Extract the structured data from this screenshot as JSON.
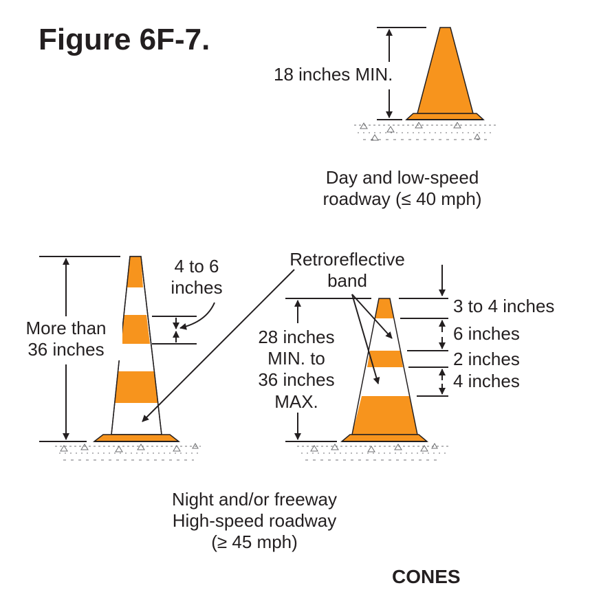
{
  "figure_title": "Figure 6F-7.",
  "figure_caption": "CONES",
  "colors": {
    "orange": "#f7941d",
    "ink": "#231f20",
    "white": "#ffffff"
  },
  "day_cone": {
    "height_label": "18 inches MIN.",
    "caption_line1": "Day and low-speed",
    "caption_line2": "roadway (≤ 40 mph)"
  },
  "night_cones": {
    "left_height_line1": "More than",
    "left_height_line2": "36 inches",
    "band_width_line1": "4 to 6",
    "band_width_line2": "inches",
    "retro_line1": "Retroreflective",
    "retro_line2": "band",
    "right_height_line1": "28 inches",
    "right_height_line2": "MIN. to",
    "right_height_line3": "36 inches",
    "right_height_line4": "MAX.",
    "dim_top": "3 to 4 inches",
    "dim_2": "6 inches",
    "dim_3": "2 inches",
    "dim_4": "4 inches",
    "caption_line1": "Night and/or freeway",
    "caption_line2": "High-speed roadway",
    "caption_line3": "(≥ 45 mph)"
  }
}
